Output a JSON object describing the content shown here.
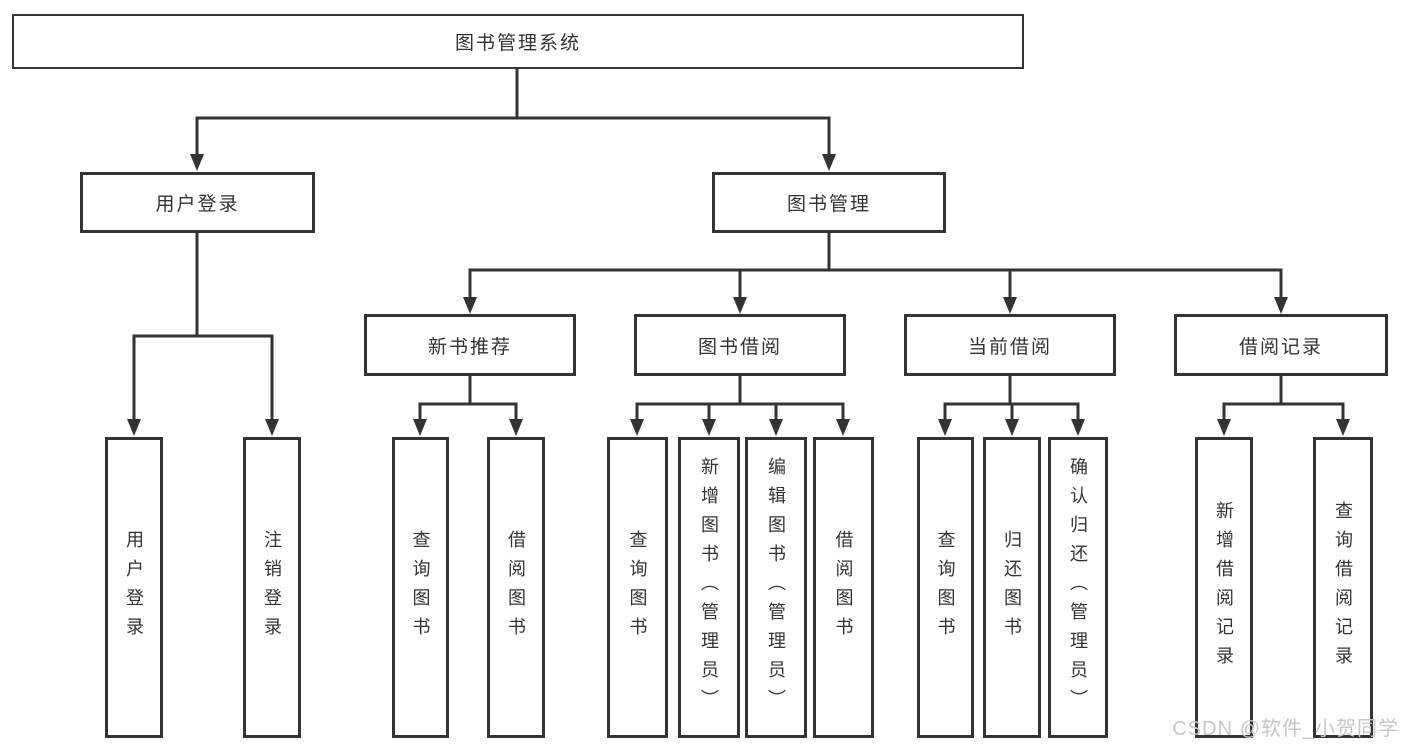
{
  "diagram": {
    "root": {
      "label": "图书管理系统"
    },
    "branches": [
      {
        "label": "用户登录",
        "children": [
          {
            "label": "用户登录"
          },
          {
            "label": "注销登录"
          }
        ]
      },
      {
        "label": "图书管理",
        "sections": [
          {
            "label": "新书推荐",
            "children": [
              {
                "label": "查询图书"
              },
              {
                "label": "借阅图书"
              }
            ]
          },
          {
            "label": "图书借阅",
            "children": [
              {
                "label": "查询图书"
              },
              {
                "label": "新增图书（管理员）"
              },
              {
                "label": "编辑图书（管理员）"
              },
              {
                "label": "借阅图书"
              }
            ]
          },
          {
            "label": "当前借阅",
            "children": [
              {
                "label": "查询图书"
              },
              {
                "label": "归还图书"
              },
              {
                "label": "确认归还（管理员）"
              }
            ]
          },
          {
            "label": "借阅记录",
            "children": [
              {
                "label": "新增借阅记录"
              },
              {
                "label": "查询借阅记录"
              }
            ]
          }
        ]
      }
    ]
  },
  "watermark": {
    "text": "CSDN @软件_小贺同学"
  },
  "colors": {
    "line": "#333333",
    "border": "#333333",
    "text": "#333333",
    "background": "#ffffff",
    "watermark": "#c7c7c7"
  }
}
